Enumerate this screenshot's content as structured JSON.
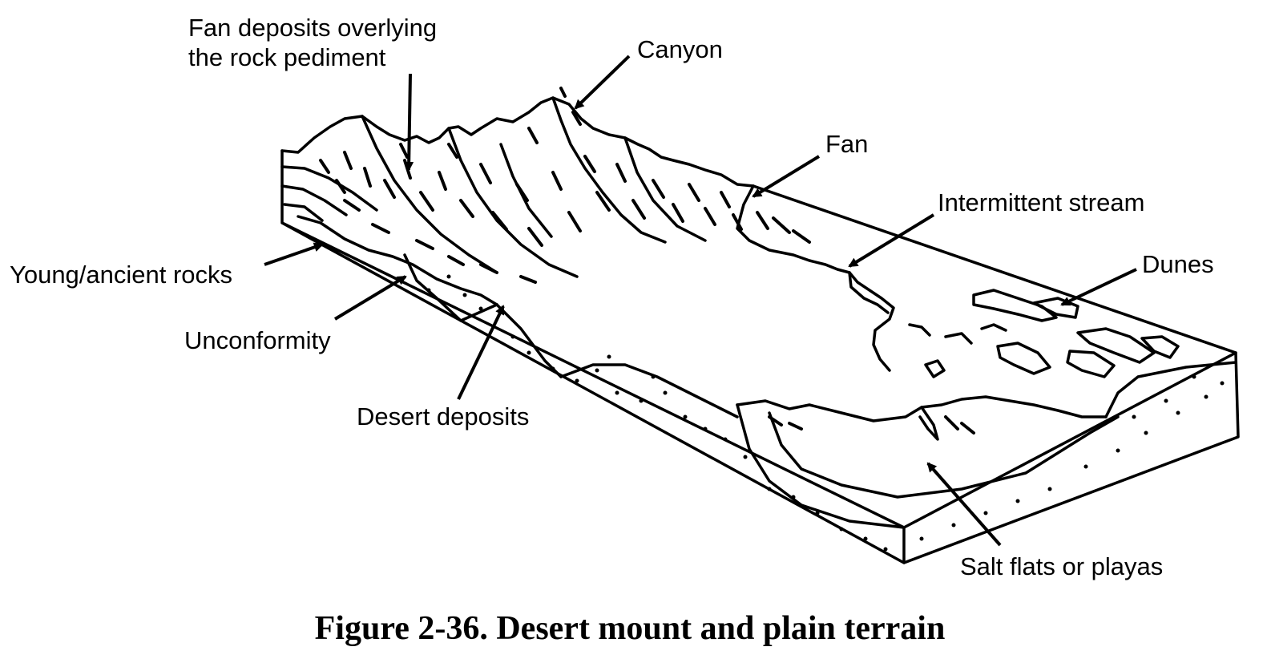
{
  "labels": {
    "fan_deposits_line1": "Fan deposits overlying",
    "fan_deposits_line2": "the rock pediment",
    "canyon": "Canyon",
    "fan": "Fan",
    "intermittent_stream": "Intermittent stream",
    "dunes": "Dunes",
    "young_ancient_rocks": "Young/ancient rocks",
    "unconformity": "Unconformity",
    "desert_deposits": "Desert deposits",
    "salt_flats": "Salt flats or playas"
  },
  "caption": "Figure 2-36.  Desert mount and plain terrain"
}
